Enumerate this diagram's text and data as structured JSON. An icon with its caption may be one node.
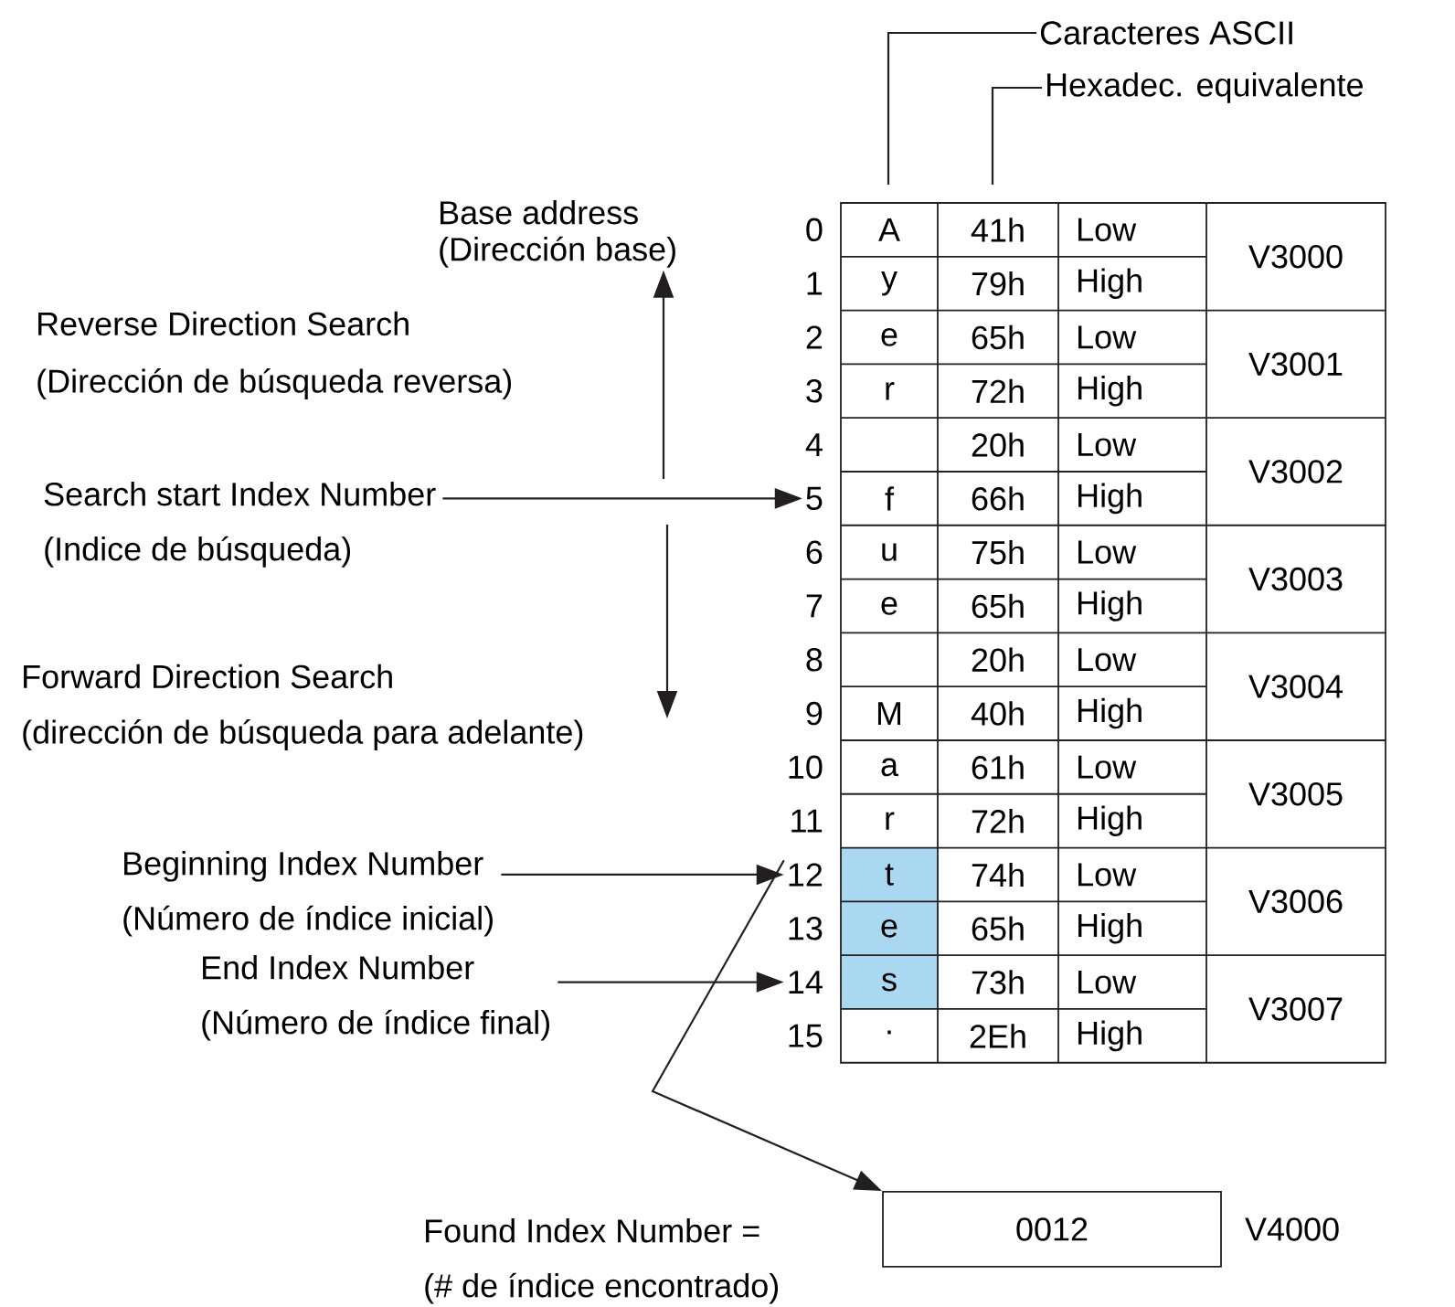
{
  "diagram": {
    "nodes": [
      {
        "text": [
          "Caracteres ASCII"
        ]
      },
      {
        "text": [
          "Hexadec. equivalente"
        ]
      },
      {
        "text": [
          "Base address",
          "(Dirección base)"
        ]
      },
      {
        "text": [
          "Search start Index Number",
          "(Indice de búsqueda)"
        ]
      },
      {
        "text": [
          "0"
        ]
      },
      {
        "text": [
          "1"
        ]
      },
      {
        "text": [
          "2"
        ]
      },
      {
        "text": [
          "3"
        ]
      },
      {
        "text": [
          "4"
        ]
      },
      {
        "text": [
          "5"
        ]
      },
      {
        "text": [
          "6"
        ]
      },
      {
        "text": [
          "7"
        ]
      },
      {
        "text": [
          "8"
        ]
      },
      {
        "text": [
          "9"
        ]
      },
      {
        "text": [
          "10"
        ]
      },
      {
        "text": [
          "11"
        ]
      },
      {
        "text": [
          "12"
        ]
      },
      {
        "text": [
          "13"
        ]
      },
      {
        "text": [
          "14"
        ]
      },
      {
        "text": [
          "15"
        ]
      },
      {
        "text": [
          "Beginning Index Number",
          "(Número de índice inicial)"
        ]
      },
      {
        "text": [
          "End Index Number",
          "(Número de índice final)"
        ]
      },
      {
        "text": [
          "Found Index Number =",
          "(# de índice encontrado)"
        ]
      },
      {
        "text": [
          "0012"
        ],
        "beside": [
          "V4000"
        ]
      }
    ],
    "edges": [
      {
        "from": 0,
        "to": null,
        "arrow": "none"
      },
      {
        "from": 1,
        "to": null,
        "arrow": "none"
      },
      {
        "from": null,
        "to": 2,
        "arrow": "to"
      },
      {
        "from": 3,
        "to": 9,
        "arrow": "to"
      },
      {
        "from": 20,
        "to": 16,
        "arrow": "to"
      },
      {
        "from": 21,
        "to": 18,
        "arrow": "to"
      },
      {
        "from": 16,
        "to": 23,
        "arrow": "to"
      }
    ],
    "labels": [
      "Reverse Direction Search",
      "(Dirección de búsqueda reversa)",
      "Forward Direction Search",
      "(dirección de búsqueda para adelante)",
      "A",
      "41h",
      "Low",
      "V3000",
      "y",
      "79h",
      "High",
      "e",
      "65h",
      "Low",
      "V3001",
      "r",
      "72h",
      "High",
      "20h",
      "Low",
      "V3002",
      "f",
      "66h",
      "High",
      "u",
      "75h",
      "Low",
      "V3003",
      "e",
      "65h",
      "High",
      "20h",
      "Low",
      "V3004",
      "M",
      "40h",
      "High",
      "a",
      "61h",
      "Low",
      "V3005",
      "r",
      "72h",
      "High",
      "t",
      "74h",
      "Low",
      "V3006",
      "e",
      "65h",
      "High",
      "s",
      "73h",
      "Low",
      "V3007",
      "·",
      "2Eh",
      "High"
    ]
  }
}
